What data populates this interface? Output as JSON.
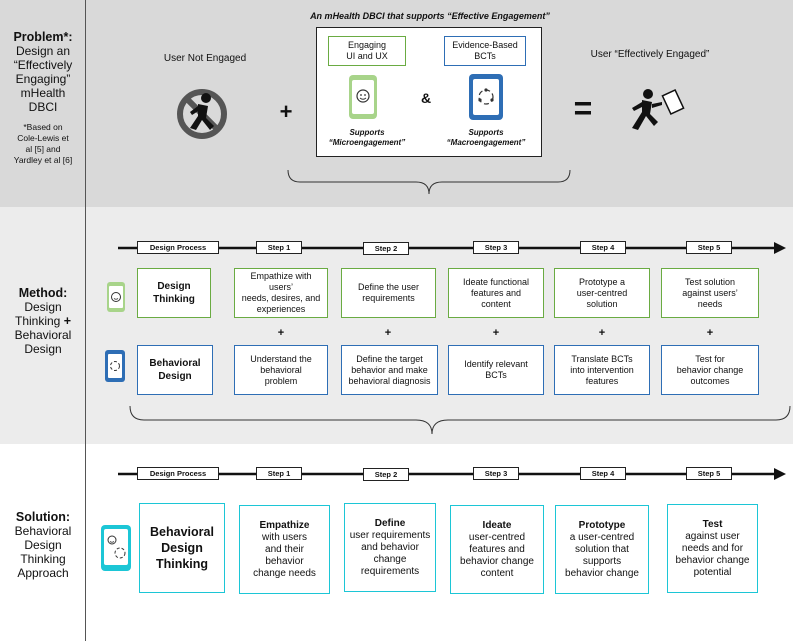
{
  "problem": {
    "label": "Problem*:",
    "sub_lines": [
      "Design an",
      "“Effectively",
      "Engaging”",
      "mHealth",
      "DBCI"
    ],
    "note_lines": [
      "*Based on",
      "Cole-Lewis et",
      "al [5] and",
      "Yardley et al [6]"
    ],
    "title": "An mHealth DBCI that supports “Effective Engagement”",
    "not_engaged": "User Not Engaged",
    "plus": "+",
    "engaging_lines": [
      "Engaging",
      "UI and UX"
    ],
    "evidence_lines": [
      "Evidence-Based",
      "BCTs"
    ],
    "amp": "&",
    "supports_micro_lines": [
      "Supports",
      "“Microengagement”"
    ],
    "supports_macro_lines": [
      "Supports",
      "“Macroengagement”"
    ],
    "equals": "=",
    "effectively_engaged": "User “Effectively Engaged”"
  },
  "method": {
    "label": "Method:",
    "sub_lines": [
      "Design",
      "Thinking",
      "Behavioral",
      "Design"
    ],
    "sub_plus": "+",
    "steps": [
      "Design Process",
      "Step 1",
      "Step 2",
      "Step 3",
      "Step 4",
      "Step 5"
    ],
    "design_thinking_lines": [
      "Design",
      "Thinking"
    ],
    "dt_boxes": [
      [
        "Empathize with users’",
        "needs, desires, and",
        "experiences"
      ],
      [
        "Define the user",
        "requirements"
      ],
      [
        "Ideate functional",
        "features and",
        "content"
      ],
      [
        "Prototype a",
        "user-centred",
        "solution"
      ],
      [
        "Test solution",
        "against users’",
        "needs"
      ]
    ],
    "plus": "+",
    "behavioral_design_lines": [
      "Behavioral",
      "Design"
    ],
    "bd_boxes": [
      [
        "Understand the",
        "behavioral",
        "problem"
      ],
      [
        "Define the target",
        "behavior and make",
        "behavioral diagnosis"
      ],
      [
        "Identify relevant",
        "BCTs"
      ],
      [
        "Translate BCTs",
        "into intervention",
        "features"
      ],
      [
        "Test for",
        "behavior change",
        "outcomes"
      ]
    ]
  },
  "solution": {
    "label": "Solution:",
    "sub_lines": [
      "Behavioral",
      "Design",
      "Thinking",
      "Approach"
    ],
    "steps": [
      "Design Process",
      "Step 1",
      "Step 2",
      "Step 3",
      "Step 4",
      "Step 5"
    ],
    "bdt_lines": [
      "Behavioral",
      "Design",
      "Thinking"
    ],
    "boxes": [
      {
        "head": "Empathize",
        "lines": [
          "with users",
          "and their",
          "behavior",
          "change needs"
        ]
      },
      {
        "head": "Define",
        "lines": [
          "user requirements",
          "and behavior",
          "change",
          "requirements"
        ]
      },
      {
        "head": "Ideate",
        "lines": [
          "user-centred",
          "features and",
          "behavior change",
          "content"
        ]
      },
      {
        "head": "Prototype",
        "lines": [
          "a user-centred",
          "solution that",
          "supports",
          "behavior change"
        ]
      },
      {
        "head": "Test",
        "lines": [
          "against user",
          "needs and for",
          "behavior change",
          "potential"
        ]
      }
    ]
  },
  "colors": {
    "green": "#6aab42",
    "blue": "#2e6eb5",
    "cyan": "#1cc6d6",
    "band_grey": "#d9d9d9",
    "band_light": "#ececec"
  }
}
